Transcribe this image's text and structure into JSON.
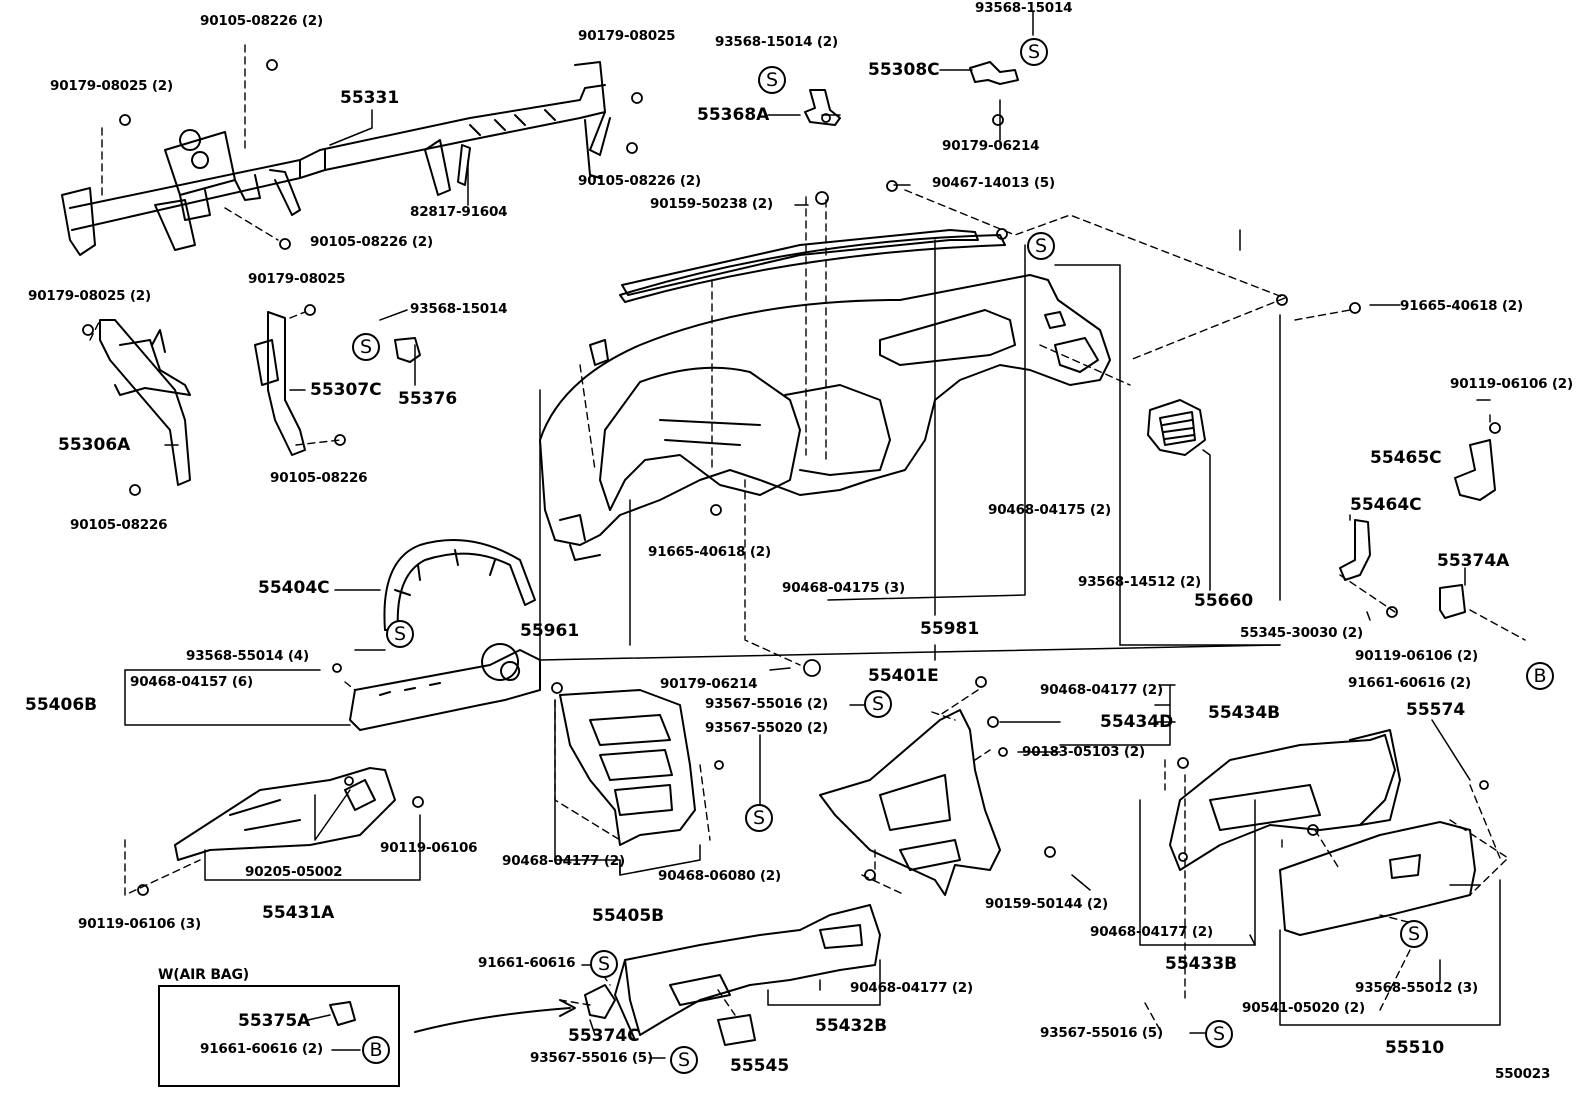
{
  "codes": {
    "p90105_08226_2": "90105-08226 (2)",
    "p90179_08025_2a": "90179-08025 (2)",
    "p55331": "55331",
    "p90179_08025": "90179-08025",
    "p93568_15014_2": "93568-15014 (2)",
    "p93568_15014_top": "93568-15014",
    "p55308C": "55308C",
    "p55368A": "55368A",
    "p90179_06214_top": "90179-06214",
    "p90105_08226_2b": "90105-08226 (2)",
    "p82817_91604": "82817-91604",
    "p90105_08226_2c": "90105-08226 (2)",
    "p90467_14013_5": "90467-14013 (5)",
    "p90159_50238_2": "90159-50238 (2)",
    "p90179_08025_b": "90179-08025",
    "p90179_08025_2b": "90179-08025 (2)",
    "p93568_15014_mid": "93568-15014",
    "p55307C": "55307C",
    "p55376": "55376",
    "p91665_40618_2a": "91665-40618 (2)",
    "p90119_06106_2a": "90119-06106 (2)",
    "p55306A": "55306A",
    "p90105_08226_a": "90105-08226",
    "p90105_08226_b": "90105-08226",
    "p55465C": "55465C",
    "p55464C": "55464C",
    "p90468_04175_2": "90468-04175 (2)",
    "p91665_40618_2b": "91665-40618 (2)",
    "p55374A": "55374A",
    "p55404C": "55404C",
    "p90468_04175_3": "90468-04175 (3)",
    "p93568_14512_2": "93568-14512 (2)",
    "p55660": "55660",
    "p55961": "55961",
    "p55981": "55981",
    "p55345_30030_2": "55345-30030 (2)",
    "p90119_06106_2b": "90119-06106 (2)",
    "p93568_55014_4": "93568-55014 (4)",
    "p90468_04157_6": "90468-04157 (6)",
    "p90179_06214_mid": "90179-06214",
    "p91661_60616_2a": "91661-60616 (2)",
    "p55406B": "55406B",
    "p55401E": "55401E",
    "p90468_04177_2a": "90468-04177 (2)",
    "p93567_55016_2": "93567-55016 (2)",
    "p55574": "55574",
    "p55434D": "55434D",
    "p55434B": "55434B",
    "p93567_55020_2": "93567-55020 (2)",
    "p90183_05103_2": "90183-05103 (2)",
    "p90119_06106": "90119-06106",
    "p90205_05002": "90205-05002",
    "p90468_04177_2b": "90468-04177 (2)",
    "p90468_06080_2": "90468-06080 (2)",
    "p90159_50144_2": "90159-50144 (2)",
    "p90119_06106_3": "90119-06106 (3)",
    "p55431A": "55431A",
    "p55405B": "55405B",
    "p90468_04177_2c": "90468-04177 (2)",
    "p55433B": "55433B",
    "p91661_60616": "91661-60616",
    "p90468_04177_2d": "90468-04177 (2)",
    "p93568_55012_3": "93568-55012 (3)",
    "p90541_05020_2": "90541-05020 (2)",
    "p55375A": "55375A",
    "p55374C": "55374C",
    "p55432B": "55432B",
    "p91661_60616_2b": "91661-60616 (2)",
    "p93567_55016_5a": "93567-55016 (5)",
    "p55545": "55545",
    "p93567_55016_5b": "93567-55016 (5)",
    "p55510": "55510",
    "p550023": "550023"
  },
  "airbag_title": "W(AIR BAG)",
  "markers": {
    "s": "S",
    "b": "B"
  }
}
